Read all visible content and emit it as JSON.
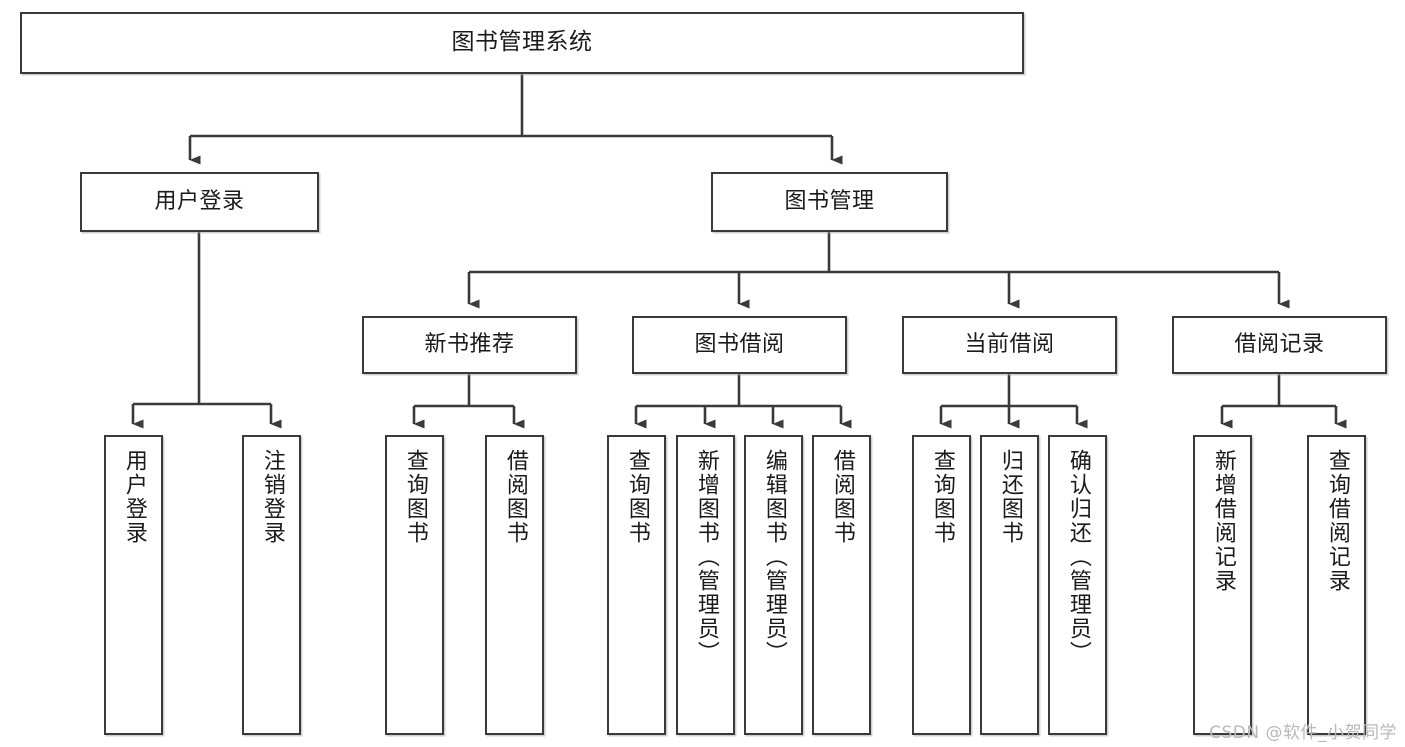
{
  "diagram": {
    "title": "图书管理系统",
    "type": "tree",
    "watermark": "CSDN @软件_小贺同学",
    "colors": {
      "box_border": "#3a3a3a",
      "box_fill": "#ffffff",
      "edge": "#3a3a3a",
      "text": "#1a1a1a",
      "watermark": "#b9b9b9",
      "background": "#ffffff"
    },
    "root": {
      "label": "图书管理系统"
    },
    "level2": [
      {
        "label": "用户登录"
      },
      {
        "label": "图书管理"
      }
    ],
    "level3": [
      {
        "label": "新书推荐"
      },
      {
        "label": "图书借阅"
      },
      {
        "label": "当前借阅"
      },
      {
        "label": "借阅记录"
      }
    ],
    "leaves": {
      "user_login": [
        {
          "label": "用户登录"
        },
        {
          "label": "注销登录"
        }
      ],
      "new_book": [
        {
          "label": "查询图书"
        },
        {
          "label": "借阅图书"
        }
      ],
      "borrow_book": [
        {
          "label": "查询图书"
        },
        {
          "label": "新增图书（管理员）"
        },
        {
          "label": "编辑图书（管理员）"
        },
        {
          "label": "借阅图书"
        }
      ],
      "current_borrow": [
        {
          "label": "查询图书"
        },
        {
          "label": "归还图书"
        },
        {
          "label": "确认归还（管理员）"
        }
      ],
      "borrow_record": [
        {
          "label": "新增借阅记录"
        },
        {
          "label": "查询借阅记录"
        }
      ]
    }
  }
}
